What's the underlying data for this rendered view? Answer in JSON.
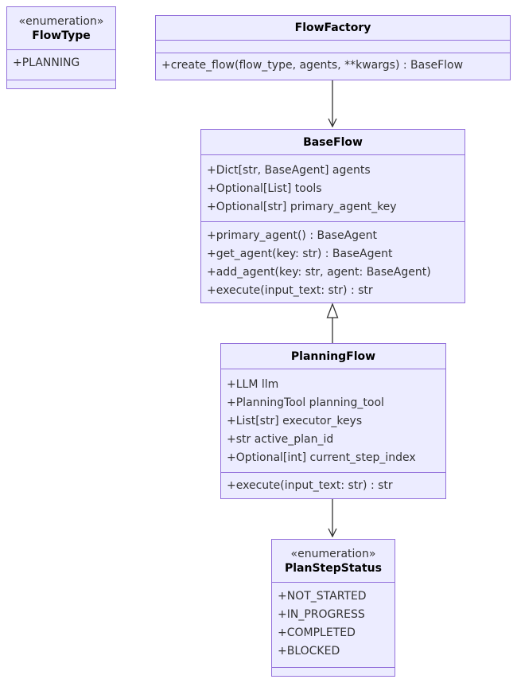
{
  "classes": {
    "flowtype": {
      "stereotype": "«enumeration»",
      "name": "FlowType",
      "attributes": [
        "+PLANNING"
      ],
      "methods": []
    },
    "flowfactory": {
      "name": "FlowFactory",
      "attributes": [],
      "methods": [
        "+create_flow(flow_type, agents, **kwargs) : BaseFlow"
      ]
    },
    "baseflow": {
      "name": "BaseFlow",
      "attributes": [
        "+Dict[str, BaseAgent] agents",
        "+Optional[List] tools",
        "+Optional[str] primary_agent_key"
      ],
      "methods": [
        "+primary_agent() : BaseAgent",
        "+get_agent(key: str) : BaseAgent",
        "+add_agent(key: str, agent: BaseAgent)",
        "+execute(input_text: str) : str"
      ]
    },
    "planningflow": {
      "name": "PlanningFlow",
      "attributes": [
        "+LLM llm",
        "+PlanningTool planning_tool",
        "+List[str] executor_keys",
        "+str active_plan_id",
        "+Optional[int] current_step_index"
      ],
      "methods": [
        "+execute(input_text: str) : str"
      ]
    },
    "planstepstatus": {
      "stereotype": "«enumeration»",
      "name": "PlanStepStatus",
      "attributes": [
        "+NOT_STARTED",
        "+IN_PROGRESS",
        "+COMPLETED",
        "+BLOCKED"
      ],
      "methods": []
    }
  },
  "relations": [
    {
      "from": "flowfactory",
      "to": "baseflow",
      "type": "dependency"
    },
    {
      "from": "planningflow",
      "to": "baseflow",
      "type": "inheritance"
    },
    {
      "from": "planningflow",
      "to": "planstepstatus",
      "type": "dependency"
    }
  ],
  "colors": {
    "fill": "#ECECFF",
    "stroke": "#9370DB",
    "edge": "#333333"
  }
}
